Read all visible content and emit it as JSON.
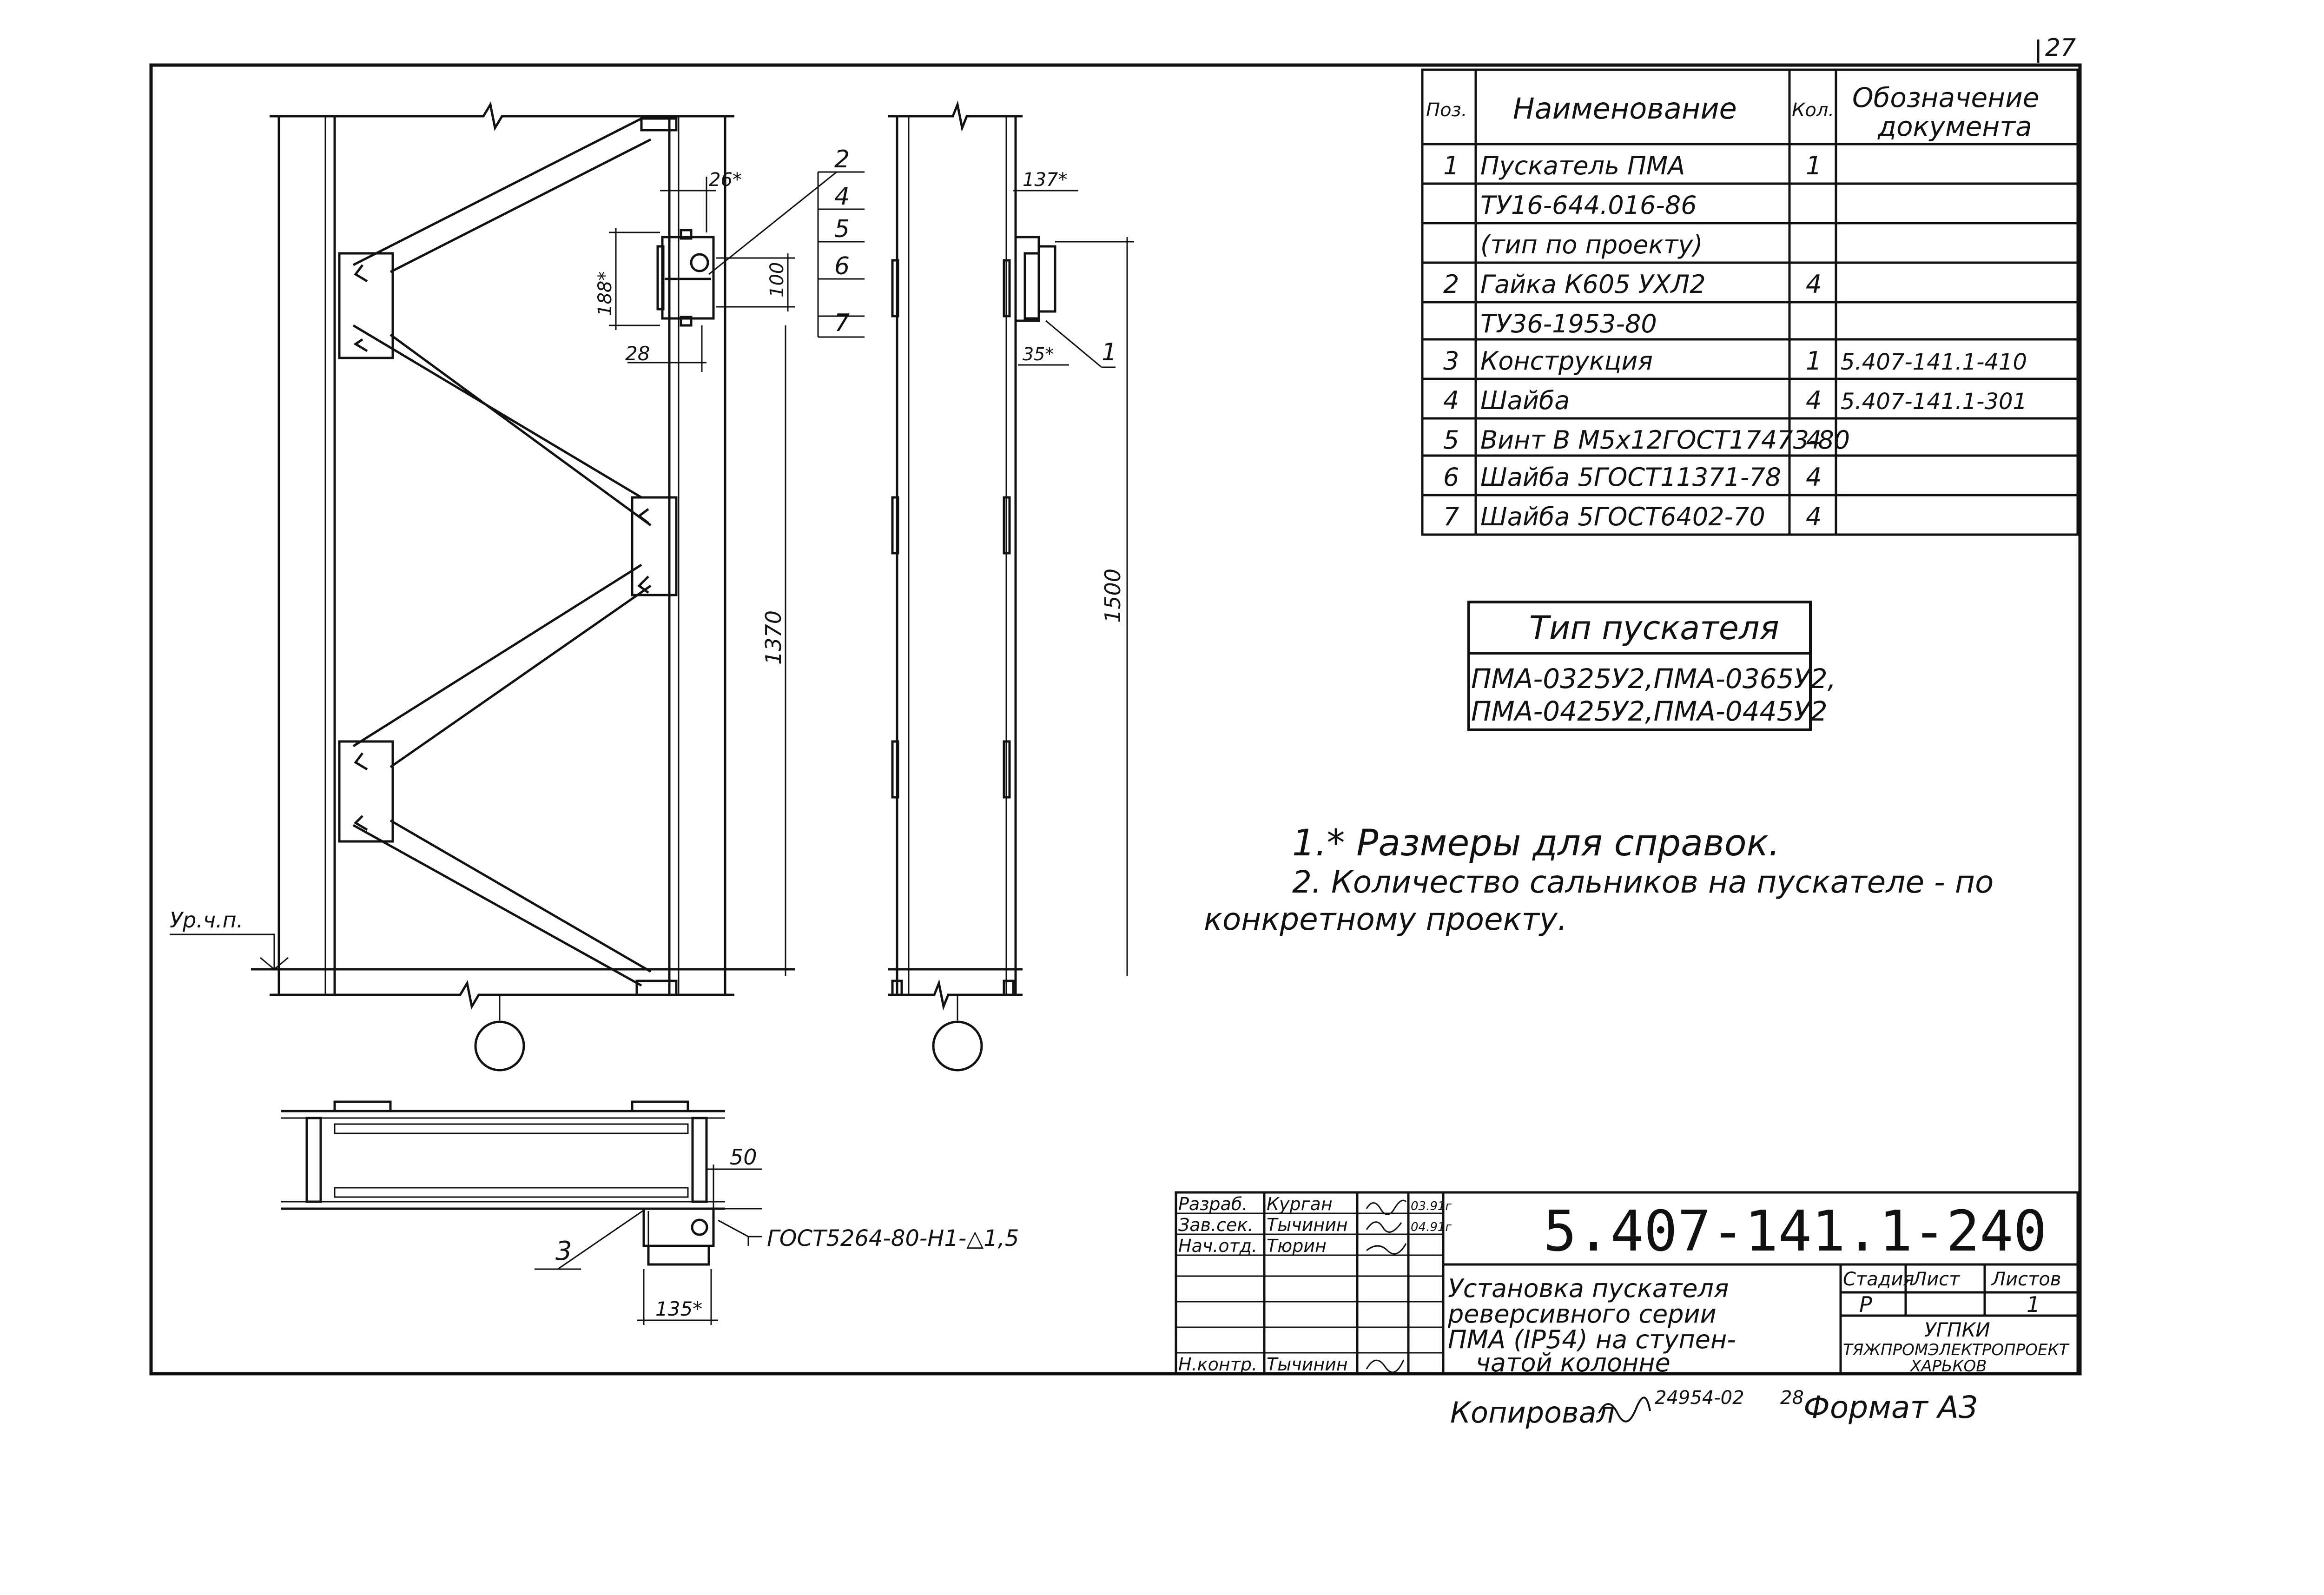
{
  "page_number": "27",
  "parts_table": {
    "headers": {
      "pos": "Поз.",
      "name": "Наименование",
      "qty": "Кол.",
      "doc_line1": "Обозначение",
      "doc_line2": "документа"
    },
    "rows": [
      {
        "pos": "1",
        "name": "Пускатель ПМА",
        "qty": "1",
        "doc": ""
      },
      {
        "pos": "",
        "name": "ТУ16-644.016-86",
        "qty": "",
        "doc": ""
      },
      {
        "pos": "",
        "name": "(тип по проекту)",
        "qty": "",
        "doc": ""
      },
      {
        "pos": "2",
        "name": "Гайка К605 УХЛ2",
        "qty": "4",
        "doc": ""
      },
      {
        "pos": "",
        "name": "ТУ36-1953-80",
        "qty": "",
        "doc": ""
      },
      {
        "pos": "3",
        "name": "Конструкция",
        "qty": "1",
        "doc": "5.407-141.1-410"
      },
      {
        "pos": "4",
        "name": "Шайба",
        "qty": "4",
        "doc": "5.407-141.1-301"
      },
      {
        "pos": "5",
        "name": "Винт В М5х12ГОСТ17473-80",
        "qty": "4",
        "doc": ""
      },
      {
        "pos": "6",
        "name": "Шайба 5ГОСТ11371-78",
        "qty": "4",
        "doc": ""
      },
      {
        "pos": "7",
        "name": "Шайба 5ГОСТ6402-70",
        "qty": "4",
        "doc": ""
      }
    ]
  },
  "starter_type": {
    "title": "Тип пускателя",
    "line1": "ПМА-0325У2,ПМА-0365У2,",
    "line2": "ПМА-0425У2,ПМА-0445У2"
  },
  "notes": {
    "note1": "1.* Размеры для справок.",
    "note2_line1": "2. Количество сальников на пускателе - по",
    "note2_line2": "конкретному проекту."
  },
  "dimensions": {
    "d26": "26*",
    "d188": "188*",
    "d100": "100",
    "d28": "28",
    "d1370": "1370",
    "d137": "137*",
    "d35": "35*",
    "d1500": "1500",
    "d50": "50",
    "d135": "135*",
    "level": "Ур.ч.п."
  },
  "callouts": {
    "c2": "2",
    "c4": "4",
    "c5": "5",
    "c6": "6",
    "c7": "7",
    "c1": "1",
    "c3": "3"
  },
  "weld_note": "ГОСТ5264-80-Н1-△1,5",
  "title_block": {
    "roles": [
      "Разраб.",
      "Зав.сек.",
      "Нач.отд.",
      "",
      "",
      "",
      "Н.контр."
    ],
    "names": [
      "Курган",
      "Тычинин",
      "Тюрин",
      "",
      "",
      "",
      "Тычинин"
    ],
    "dates": [
      "03.91г",
      "04.91г",
      "",
      "",
      "",
      "",
      ""
    ],
    "designation": "5.407-141.1-240",
    "title_line1": "Установка пускателя",
    "title_line2": "реверсивного серии",
    "title_line3": "ПМА (IP54) на ступен-",
    "title_line4": "чатой колонне",
    "stage_label": "Стадия",
    "sheet_label": "Лист",
    "sheets_label": "Листов",
    "stage_value": "Р",
    "sheet_value": "",
    "sheets_value": "1",
    "org_line1": "УГПКИ",
    "org_line2": "ТЯЖПРОМЭЛЕКТРОПРОЕКТ",
    "org_line3": "ХАРЬКОВ"
  },
  "footer": {
    "copied": "Копировал",
    "inv_number": "24954-02",
    "inv_sheet": "28",
    "format": "Формат А3"
  }
}
